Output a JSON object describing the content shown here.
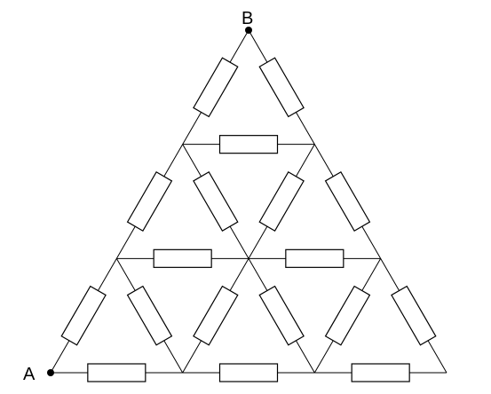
{
  "diagram": {
    "type": "resistor-triangle-network",
    "levels": 3,
    "stroke_color": "#000000",
    "background": "#ffffff",
    "terminals": {
      "a": {
        "label": "A"
      },
      "b": {
        "label": "B"
      }
    }
  }
}
